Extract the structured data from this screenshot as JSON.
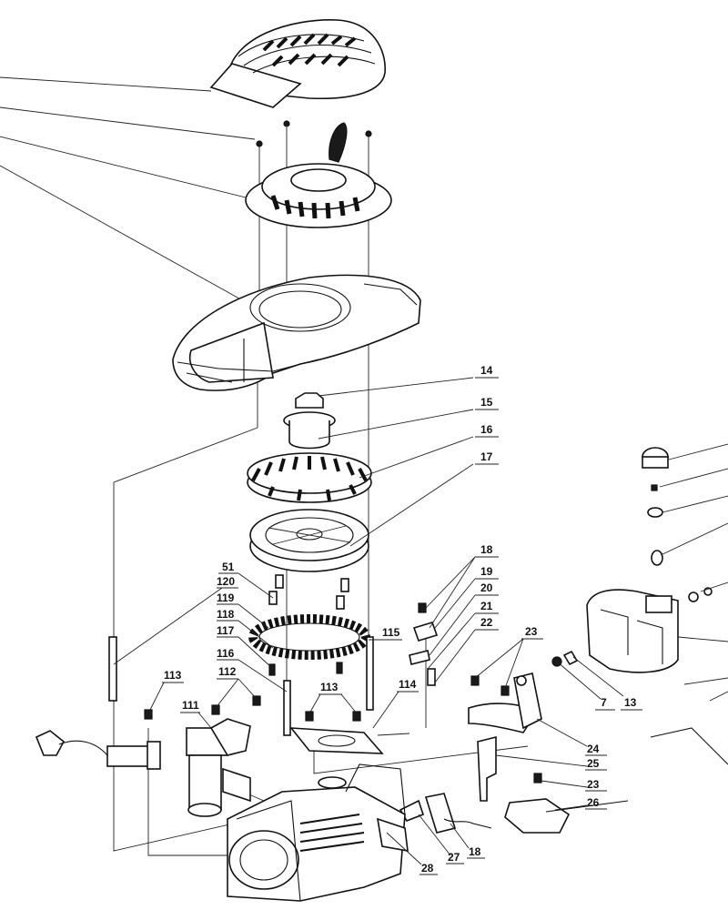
{
  "diagram": {
    "callouts": [
      "14",
      "15",
      "16",
      "17",
      "51",
      "120",
      "119",
      "118",
      "117",
      "116",
      "115",
      "113",
      "112",
      "111",
      "113",
      "114",
      "18",
      "19",
      "20",
      "21",
      "22",
      "23",
      "24",
      "25",
      "23",
      "26",
      "27",
      "18",
      "28",
      "7",
      "13"
    ]
  }
}
